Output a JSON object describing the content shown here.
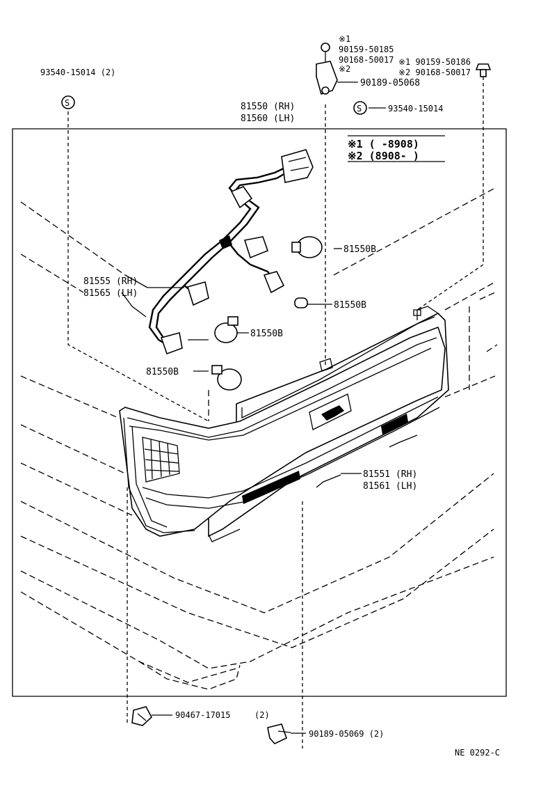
{
  "diagram": {
    "labels": {
      "screw_grommet_top_left": "93540-15014 (2)",
      "note1_mark": "※1",
      "bolt_a": "90159-50185",
      "bolt_b": "90168-50017",
      "note2_mark": "※2",
      "bolt_c": "※1 90159-50186",
      "bolt_d": "※2 90168-50017",
      "screw_08": "90189-05068",
      "grommet_right": "93540-15014",
      "lamp_rh": "81550 (RH)",
      "lamp_lh": "81560 (LH)",
      "note1": "※1 (      -8908)",
      "note2": "※2 (8908-        )",
      "wire_rh": "81555 (RH)",
      "wire_lh": "81565 (LH)",
      "bulb_1": "81550B",
      "bulb_2": "81550B",
      "bulb_3": "81550B",
      "bulb_4": "81550B",
      "lens_rh": "81551 (RH)",
      "lens_lh": "81561 (LH)",
      "clip": "90467-17015",
      "clip_qty": "(2)",
      "screw_bottom": "90189-05069 (2)",
      "code": "NE  0292-C"
    }
  }
}
